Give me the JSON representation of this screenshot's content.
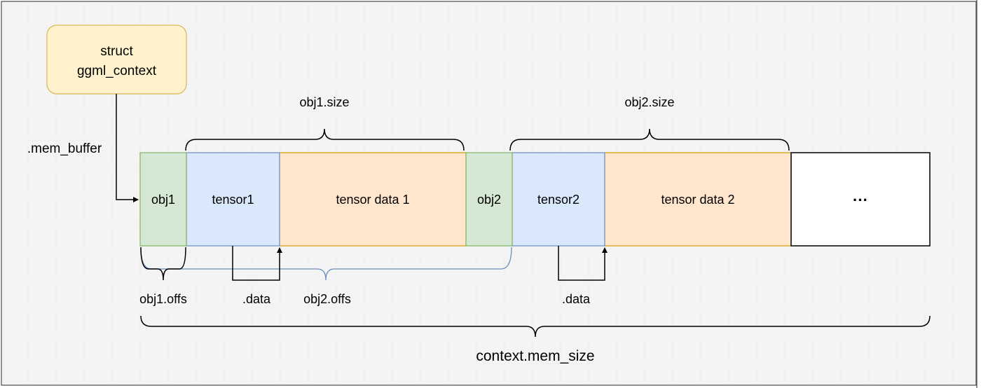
{
  "colors": {
    "background": "#f4f4f4",
    "frame_border": "#4d4d4d",
    "grid_line": "#e6e6e6",
    "struct_fill": "#fff2cc",
    "struct_border": "#d6b656",
    "obj_fill": "#d5e8d4",
    "obj_border": "#82b366",
    "tensor_fill": "#dae8fc",
    "tensor_border": "#6c8ebf",
    "data_fill": "#ffe6cc",
    "data_border": "#d79b00",
    "empty_fill": "#ffffff",
    "line": "#000000",
    "offs2_brace": "#6c8ebf"
  },
  "struct": {
    "line1": "struct",
    "line2": "ggml_context"
  },
  "labels": {
    "mem_buffer": ".mem_buffer",
    "obj1_size": "obj1.size",
    "obj2_size": "obj2.size",
    "obj1_offs": "obj1.offs",
    "obj2_offs": "obj2.offs",
    "data1": ".data",
    "data2": ".data",
    "mem_size": "context.mem_size"
  },
  "segments": {
    "obj1": "obj1",
    "tensor1": "tensor1",
    "data1": "tensor data 1",
    "obj2": "obj2",
    "tensor2": "tensor2",
    "data2": "tensor data 2",
    "rest": "···"
  }
}
